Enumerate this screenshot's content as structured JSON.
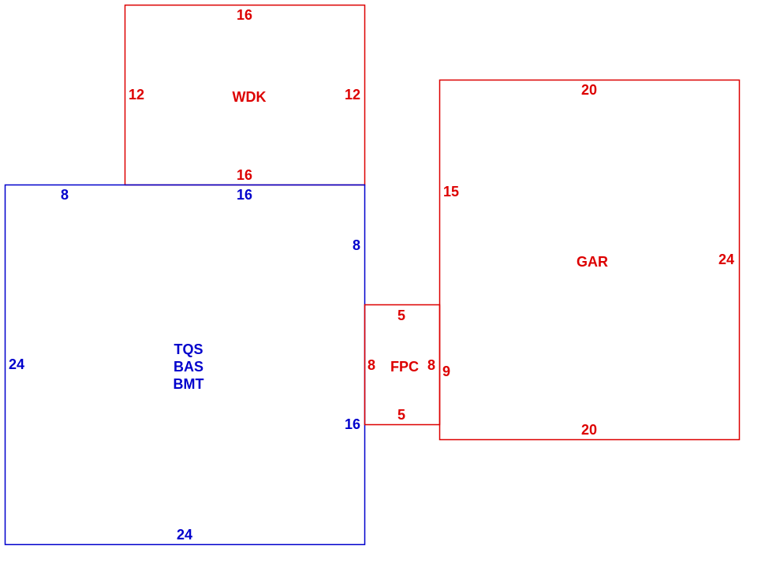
{
  "colors": {
    "main": "#0000cc",
    "other": "#dd0000",
    "background": "#ffffff"
  },
  "areas": {
    "wdk": {
      "label": "WDK",
      "top": "16",
      "left": "12",
      "right": "12",
      "bottom": "16"
    },
    "main": {
      "labels": [
        "TQS",
        "BAS",
        "BMT"
      ],
      "top_left": "8",
      "top": "16",
      "right_upper": "8",
      "left": "24",
      "right_lower": "16",
      "bottom": "24"
    },
    "fpc": {
      "label": "FPC",
      "top": "5",
      "left": "8",
      "right": "8",
      "bottom": "5"
    },
    "gar": {
      "label": "GAR",
      "top": "20",
      "left_upper": "15",
      "left_lower": "9",
      "right": "24",
      "bottom": "20"
    }
  }
}
